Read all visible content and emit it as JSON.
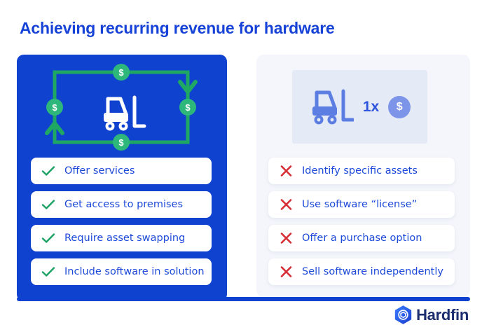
{
  "title": "Achieving recurring revenue for hardware",
  "left_panel": {
    "dollar_symbol": "$",
    "items": [
      "Offer services",
      "Get access to premises",
      "Require asset swapping",
      "Include software in solution"
    ]
  },
  "right_panel": {
    "multiplier_label": "1x",
    "coin_symbol": "$",
    "items": [
      "Identify specific assets",
      "Use software “license”",
      "Offer a purchase option",
      "Sell software independently"
    ]
  },
  "footer": {
    "brand_name": "Hardfin"
  },
  "icons": {
    "check": "✓",
    "cross": "✕",
    "dollar": "$",
    "forklift": "forklift-icon",
    "cycle_arrows": "cycle-arrows-icon",
    "brand_mark": "hardfin-hexagon-icon"
  },
  "colors": {
    "primary_blue": "#1042d0",
    "title_blue": "#1642d7",
    "item_text_blue": "#1e4ad9",
    "cycle_line_green": "#1fa863",
    "dollar_circle_green": "#2db77a",
    "check_green": "#1ca364",
    "cross_red": "#d62c33",
    "panel_light": "#f4f6fb",
    "asset_box_lavender": "#e5eaf7",
    "forklift_periwinkle": "#5c7ee3",
    "coin_periwinkle": "#7d95e9",
    "multiplier_blue": "#2f55dd",
    "brand_navy": "#1c2e6e"
  }
}
